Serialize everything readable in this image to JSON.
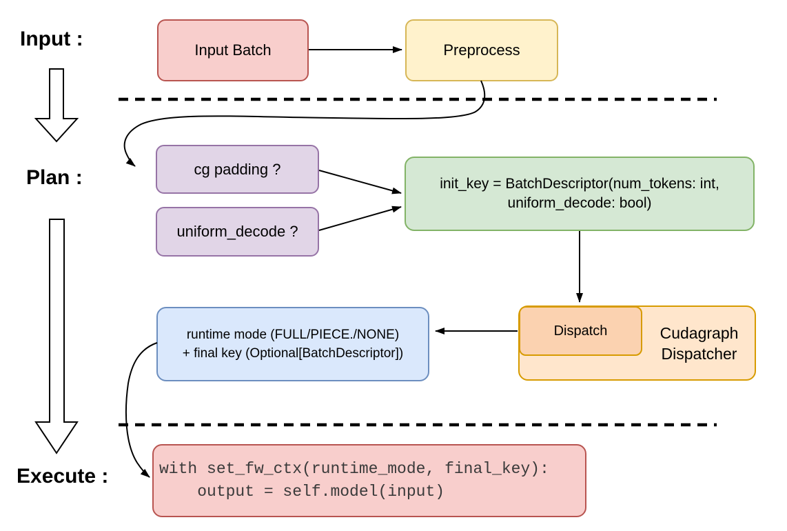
{
  "stages": {
    "input": "Input :",
    "plan": "Plan :",
    "execute": "Execute :"
  },
  "nodes": {
    "input_batch": {
      "label": "Input Batch"
    },
    "preprocess": {
      "label": "Preprocess"
    },
    "cg_padding": {
      "label": "cg padding ?"
    },
    "uniform_decode": {
      "label": "uniform_decode ?"
    },
    "init_key": {
      "line1": "init_key = BatchDescriptor(num_tokens: int,",
      "line2": "uniform_decode: bool)"
    },
    "runtime_mode": {
      "line1": "runtime mode (FULL/PIECE./NONE)",
      "line2": "+ final key (Optional[BatchDescriptor])"
    },
    "dispatch": {
      "label": "Dispatch"
    },
    "cudagraph_dispatcher": {
      "line1": "Cudagraph",
      "line2": "Dispatcher"
    },
    "execute_code": {
      "line1": "with set_fw_ctx(runtime_mode, final_key):",
      "line2": "    output = self.model(input)"
    }
  },
  "palette": {
    "red_fill": "#f8cecc",
    "red_stroke": "#b85450",
    "yellow_fill": "#fff2cc",
    "yellow_stroke": "#d6b656",
    "purple_fill": "#e1d5e7",
    "purple_stroke": "#9673a6",
    "green_fill": "#d5e8d4",
    "green_stroke": "#82b366",
    "blue_fill": "#dae8fc",
    "blue_stroke": "#6c8ebf",
    "orange_fill": "#ffe6cc",
    "orange_stroke": "#d79b00",
    "dispatch_fill": "#fbd2b0",
    "line_color": "#000000",
    "code_text": "#3a3a3a"
  }
}
